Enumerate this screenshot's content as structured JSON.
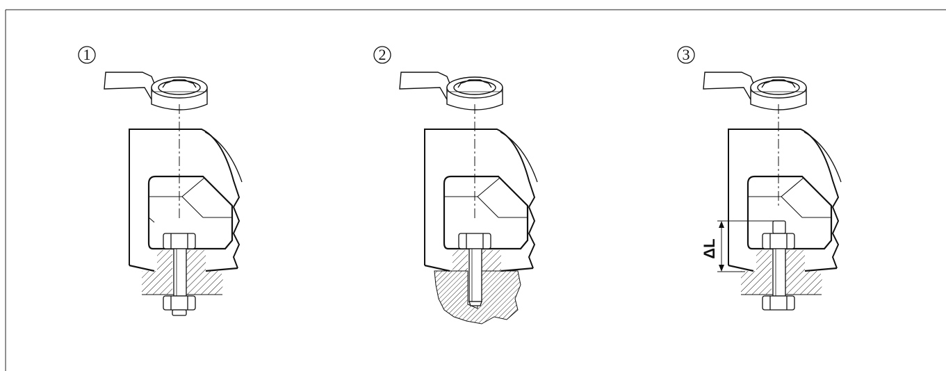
{
  "panels": [
    {
      "step_label": "1",
      "variant": "through_bolt"
    },
    {
      "step_label": "2",
      "variant": "stud_in_base"
    },
    {
      "step_label": "3",
      "variant": "measure_elongation"
    }
  ],
  "measurement_label": "ΔL",
  "colors": {
    "line": "#111111",
    "background": "#ffffff"
  }
}
